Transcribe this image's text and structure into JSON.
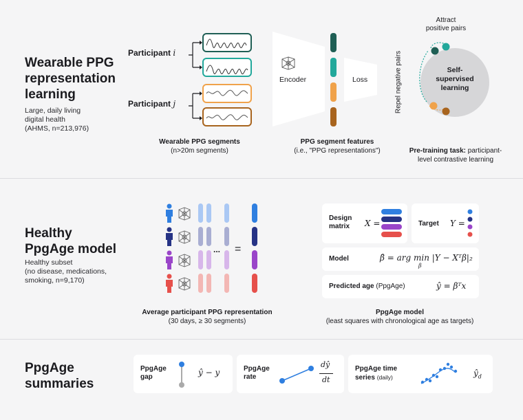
{
  "section1": {
    "title": "Wearable PPG\nrepresentation\nlearning",
    "subtitle": "Large, daily living\ndigital health\n(AHMS, n=213,976)",
    "participant_i": "Participant",
    "participant_i_var": "i",
    "participant_j": "Participant",
    "participant_j_var": "j",
    "segments_caption_bold": "Wearable PPG segments",
    "segments_caption": "(n>20m segments)",
    "encoder_label": "Encoder",
    "loss_label": "Loss",
    "features_caption_bold": "PPG segment features",
    "features_caption": "(i.e., \"PPG representations\")",
    "attract_label": "Attract\npositive pairs",
    "repel_label": "Repel negative pairs",
    "ssl_label": "Self-\nsupervised\nlearning",
    "pretrain_caption_bold": "Pre-training task:",
    "pretrain_caption": "participant-\nlevel contrastive learning"
  },
  "section2": {
    "title": "Healthy\nPpgAge model",
    "subtitle": "Healthy subset\n(no disease, medications,\nsmoking, n=9,170)",
    "ellipsis": "...",
    "equals": "=",
    "avg_caption_bold": "Average participant PPG representation",
    "avg_caption": "(30 days, ≥ 30 segments)",
    "design_label": "Design\nmatrix",
    "design_eq": "X =",
    "target_label": "Target",
    "target_eq": "Y =",
    "model_label": "Model",
    "model_eq": "β̂ = arg min |Y − Xᵀβ|₂",
    "model_sub": "β",
    "pred_label": "Predicted age",
    "pred_label_light": "(PpgAge)",
    "pred_eq": "ŷ = βᵀx",
    "model_caption_bold": "PpgAge model",
    "model_caption": "(least squares with chronological age as targets)"
  },
  "section3": {
    "title": "PpgAge\nsummaries",
    "gap_label": "PpgAge\ngap",
    "gap_eq": "ŷ − y",
    "rate_label": "PpgAge\nrate",
    "rate_eq_top": "dŷ",
    "rate_eq_bot": "dt",
    "ts_label": "PpgAge time\nseries",
    "ts_label_small": "(daily)",
    "ts_eq": "ŷ",
    "ts_eq_sub": "d"
  },
  "colors": {
    "teal_dark": "#1f5f55",
    "teal": "#22a89b",
    "orange": "#f0a24a",
    "brown": "#a8641e",
    "blue": "#2f7fe0",
    "navy": "#263385",
    "purple": "#9a45c9",
    "red": "#e6504b"
  }
}
